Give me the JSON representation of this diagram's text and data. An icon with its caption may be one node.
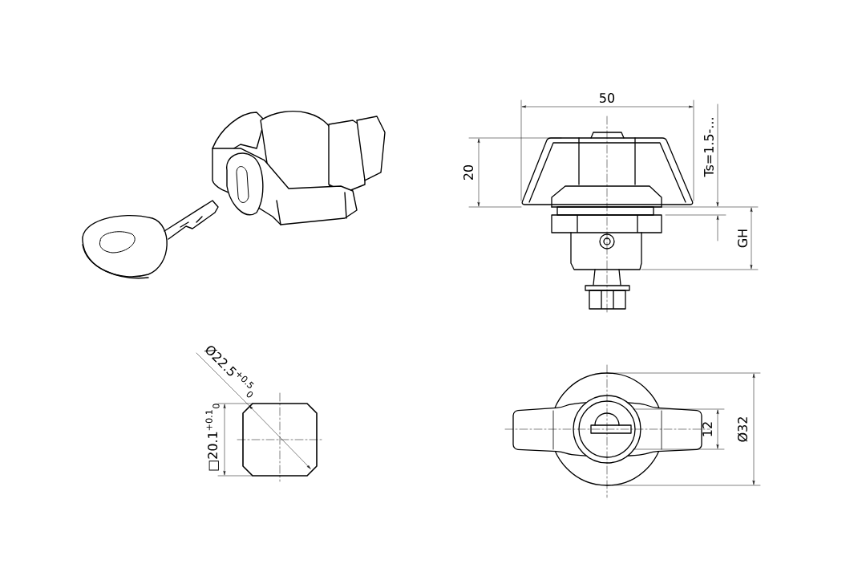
{
  "diagram": {
    "labels": [
      "50",
      "20",
      "Ts=1.5-...",
      "GH",
      "Ø22.5$^{+0.5}$$_{0}$",
      "□20.1$^{+0.1}$$_{0}$",
      "12",
      "Ø32"
    ]
  }
}
